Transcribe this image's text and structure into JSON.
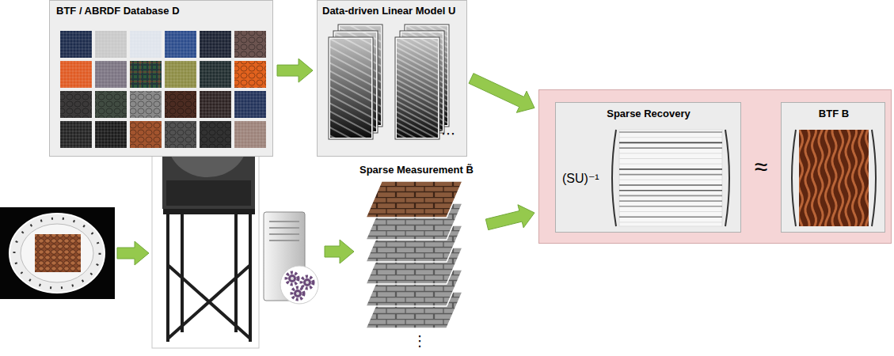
{
  "diagram": {
    "nodes": [
      {
        "text": [
          "BTF / ABRDF Database D"
        ]
      },
      {
        "text": [
          "Data-driven Linear Model U"
        ]
      },
      {
        "text": [
          "≈"
        ]
      },
      {
        "text": [
          "Sparse Recovery",
          "(SU)⁻¹"
        ],
        "in": 2
      },
      {
        "text": [
          "BTF B"
        ],
        "in": 2
      },
      {
        "text": [
          "Sparse Measurement B̃"
        ]
      }
    ],
    "edges": [
      {
        "from": 0,
        "to": 1,
        "arrow": "to"
      },
      {
        "from": 1,
        "to": 2,
        "arrow": "to"
      },
      {
        "from": 5,
        "to": 2,
        "arrow": "to"
      }
    ],
    "labels": [
      "⋯",
      "⋮"
    ]
  }
}
